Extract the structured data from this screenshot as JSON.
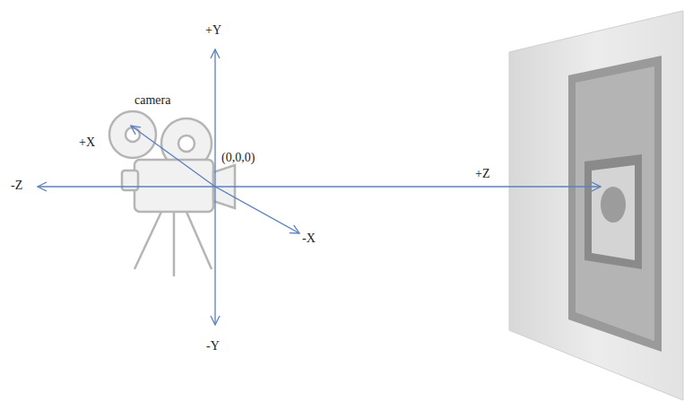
{
  "diagram": {
    "labels": [
      "+Y",
      "camera",
      "+X",
      "(0,0,0)",
      "-Z",
      "+Z",
      "-X",
      "-Y"
    ]
  }
}
